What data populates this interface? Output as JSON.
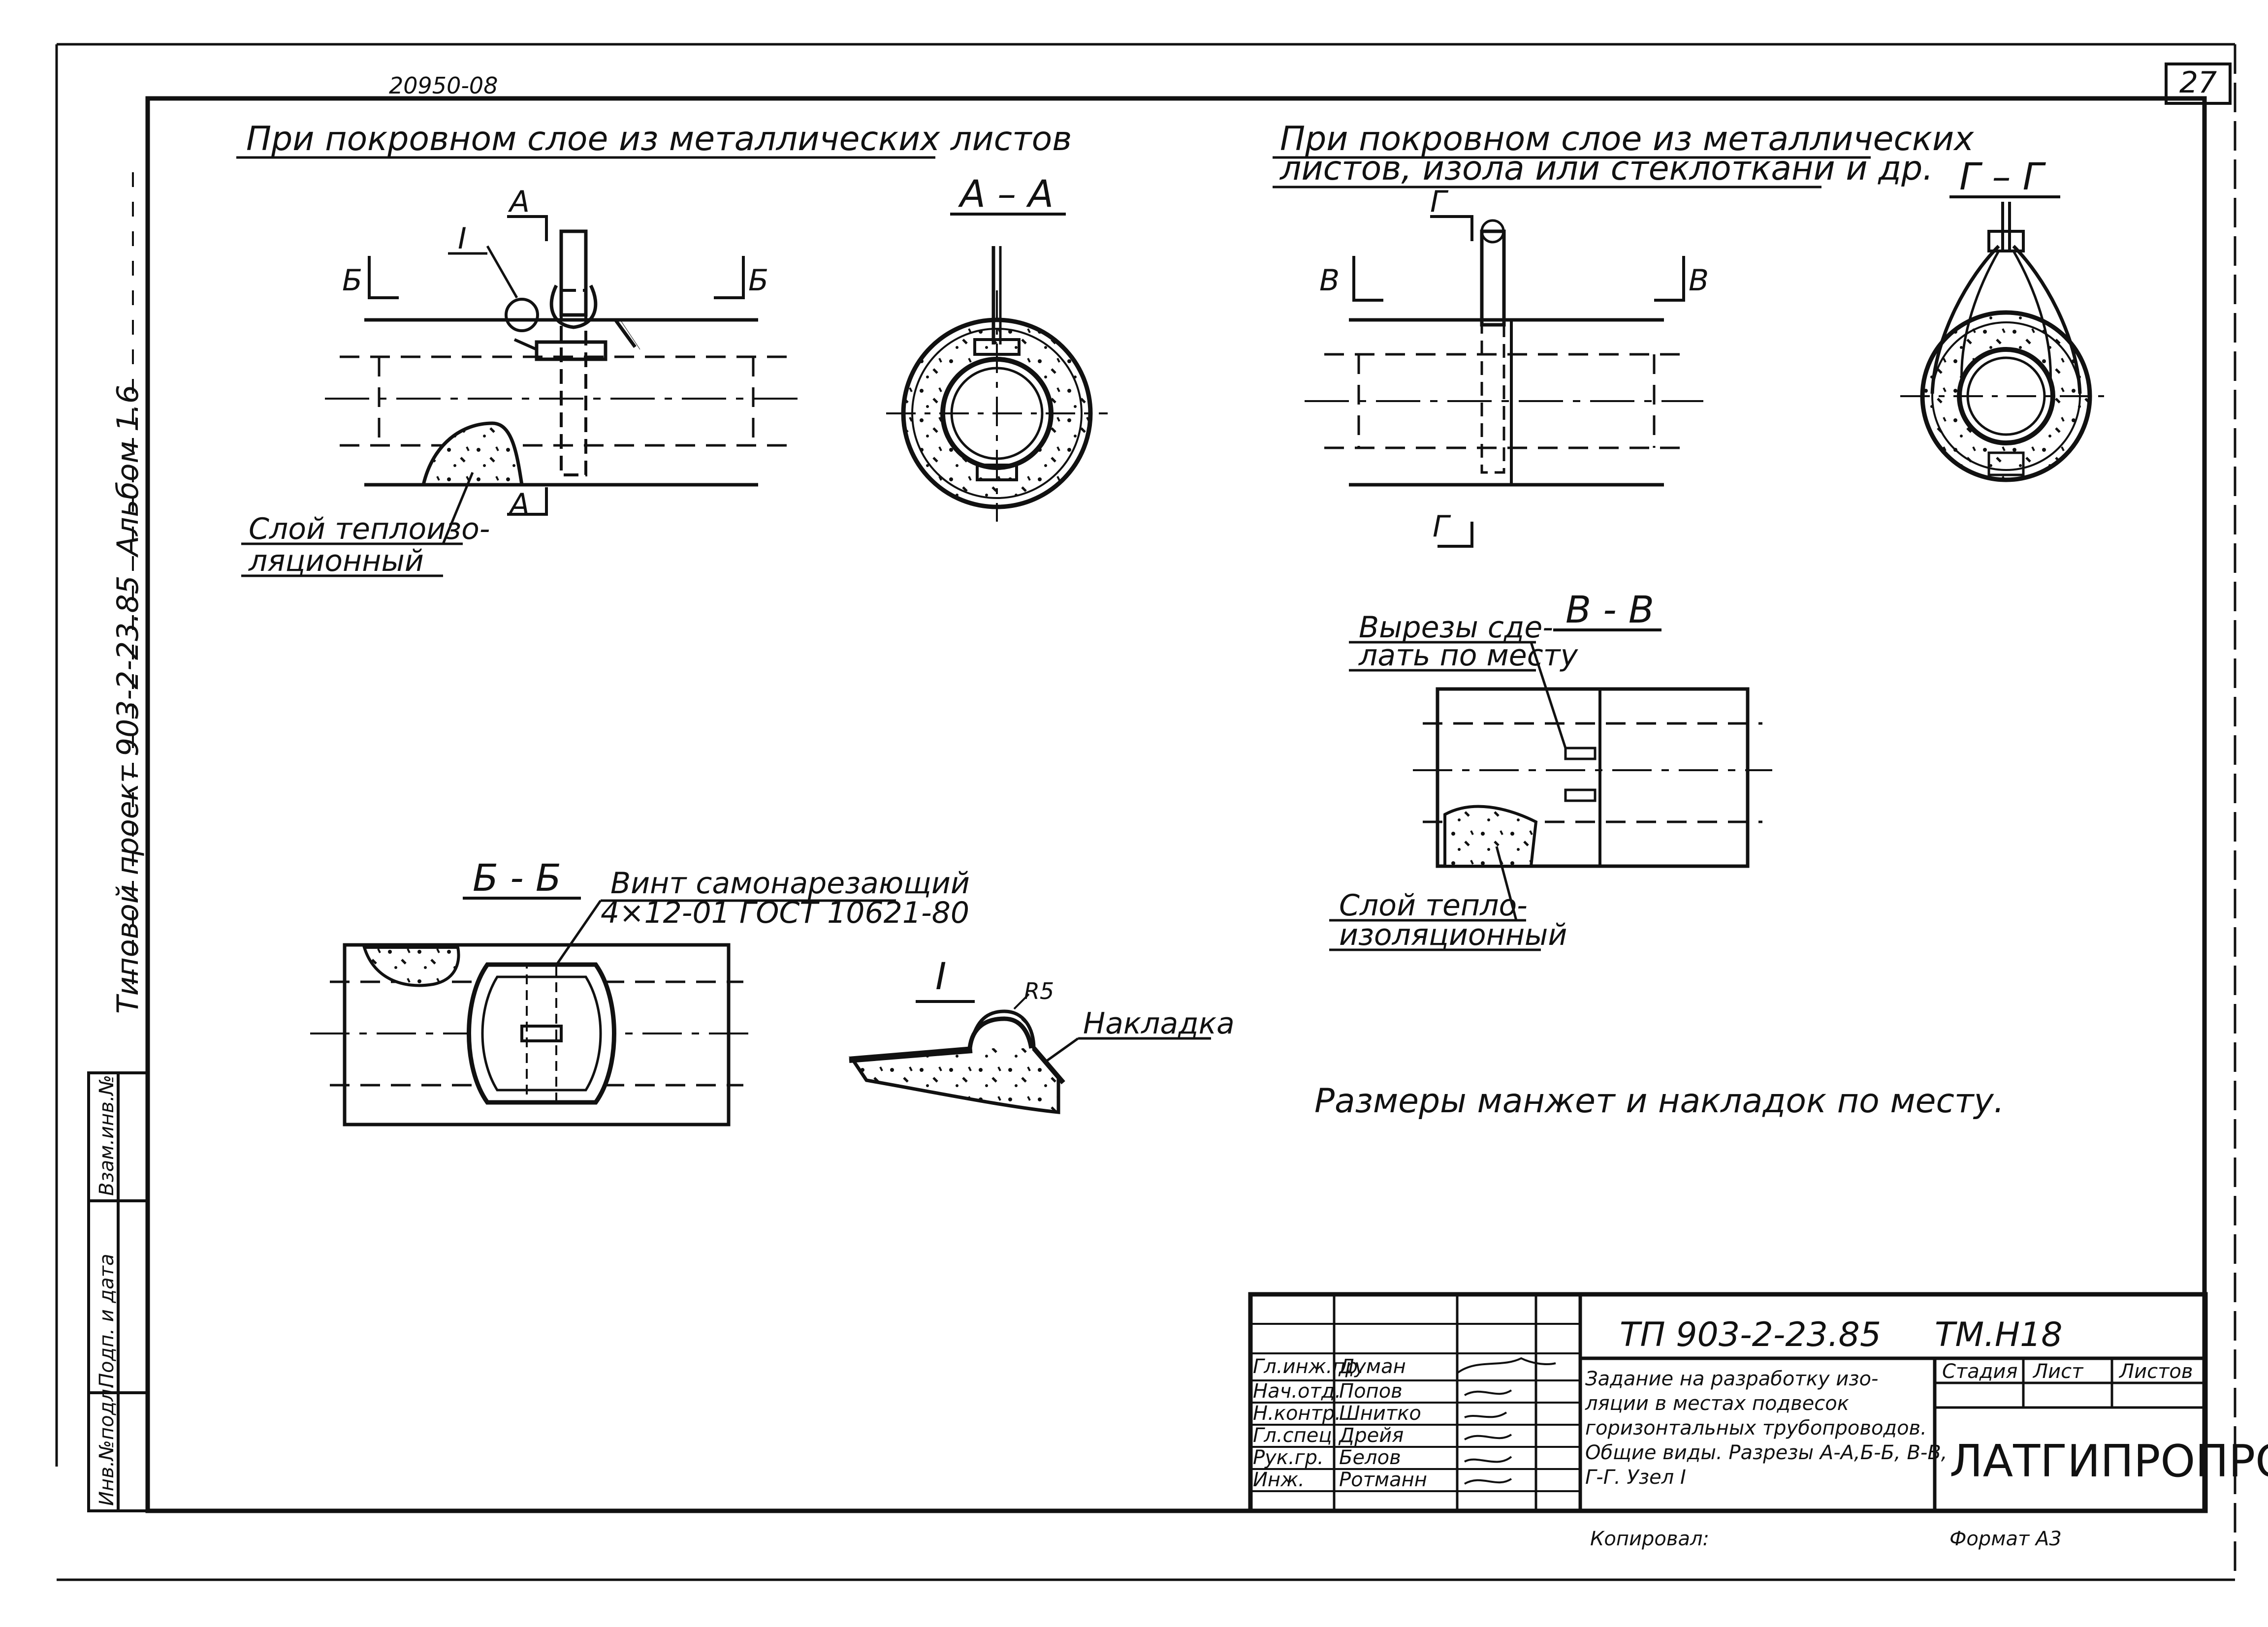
{
  "doc_number_top": "20950-08",
  "sheet_number": "27",
  "side_labels": {
    "album": "Альбом 1.6",
    "project": "Типовой проект 903-2-23.85"
  },
  "side_stamp": {
    "inv_podl": "Инв.№подл.",
    "podp_data": "Подп. и дата",
    "vzam_inv": "Взам.инв.№"
  },
  "left_group": {
    "title": "При покровном слое из металлических листов",
    "layer_label_1": "Слой теплоизо-",
    "layer_label_2": "ляционный",
    "cut_a": "А",
    "cut_b": "Б",
    "detail_i": "I",
    "section_aa": "А – А",
    "section_bb": "Б - Б",
    "screw_1": "Винт самонарезающий",
    "screw_2": "4×12-01 ГОСТ 10621-80",
    "detail_title": "I",
    "radius": "R5",
    "overlay": "Накладка"
  },
  "right_group": {
    "title_1": "При покровном слое из металлических",
    "title_2": "листов, изола или стеклоткани и др.",
    "cut_g": "Г",
    "cut_v": "В",
    "section_gg": "Г – Г",
    "section_vv": "В - В",
    "cuts_1": "Вырезы сде-",
    "cuts_2": "лать по месту",
    "layer_1": "Слой тепло-",
    "layer_2": "изоляционный"
  },
  "note": "Размеры манжет и накладок по месту.",
  "title_block": {
    "code": "ТП 903-2-23.85",
    "mark": "ТМ.Н18",
    "roles": [
      "Гл.инж.пр.",
      "Нач.отд.",
      "Н.контр.",
      "Гл.спец.",
      "Рук.гр.",
      "Инж."
    ],
    "names": [
      "Думан",
      "Попов",
      "Шнитко",
      "Дрейя",
      "Белов",
      "Ротманн"
    ],
    "description": [
      "Задание на разработку изо-",
      "ляции в местах подвесок",
      "горизонтальных трубопроводов.",
      "Общие виды. Разрезы А-А,Б-Б, В-В,",
      "Г-Г. Узел I"
    ],
    "stage": "Стадия",
    "sheet": "Лист",
    "sheets": "Листов",
    "org": "ЛАТГИПРОПРОМ",
    "copied": "Копировал:",
    "format": "Формат А3"
  }
}
